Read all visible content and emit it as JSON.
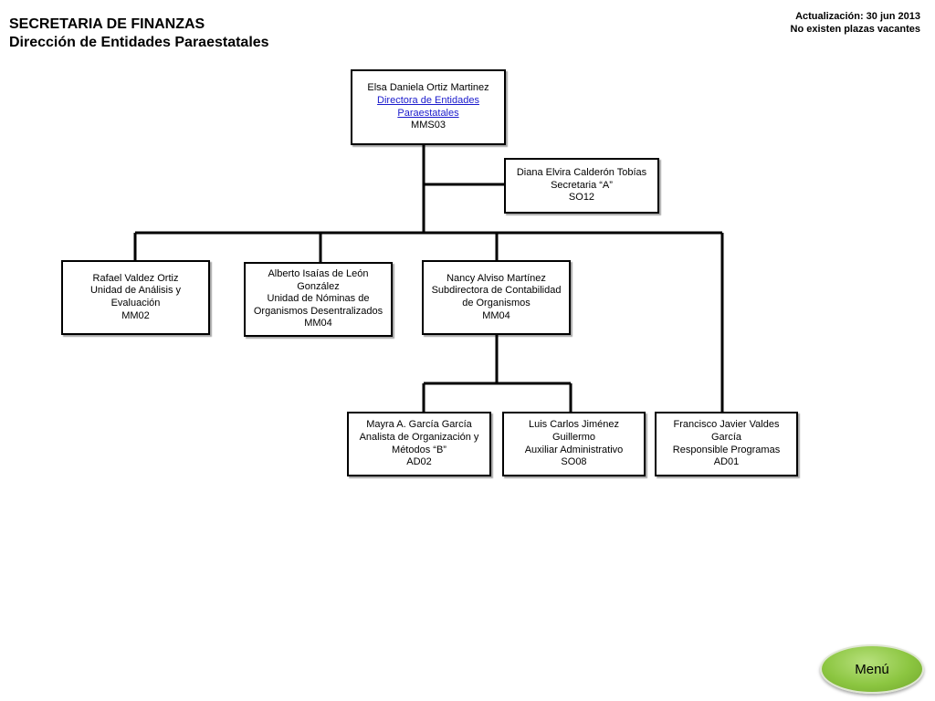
{
  "header": {
    "title": "SECRETARIA DE FINANZAS",
    "subtitle": "Dirección de Entidades Paraestatales",
    "update": "Actualización: 30 jun 2013",
    "vacancies": "No existen plazas  vacantes"
  },
  "org": {
    "director": {
      "name": "Elsa Daniela Ortiz Martinez",
      "role": "Directora  de Entidades Paraestatales",
      "code": "MMS03"
    },
    "secretary": {
      "name": "Diana Elvira Calderón Tobías",
      "role": "Secretaria “A”",
      "code": "SO12"
    },
    "analysis": {
      "name": "Rafael Valdez Ortiz",
      "role": "Unidad de Análisis y Evaluación",
      "code": "MM02"
    },
    "payroll": {
      "name": "Alberto Isaías de León González",
      "role": "Unidad de Nóminas de Organismos Desentralizados",
      "code": "MM04"
    },
    "accounting": {
      "name": "Nancy Alviso Martínez",
      "role": "Subdirectora de Contabilidad de Organismos",
      "code": "MM04"
    },
    "analyst": {
      "name": "Mayra A. García García",
      "role": "Analista de Organización y Métodos “B”",
      "code": "AD02"
    },
    "assistant": {
      "name": "Luis Carlos  Jiménez Guillermo",
      "role": "Auxiliar Administrativo",
      "code": "SO08"
    },
    "programs": {
      "name": "Francisco Javier Valdes García",
      "role": "Responsible Programas",
      "code": "AD01"
    }
  },
  "menu": {
    "label": "Menú"
  }
}
